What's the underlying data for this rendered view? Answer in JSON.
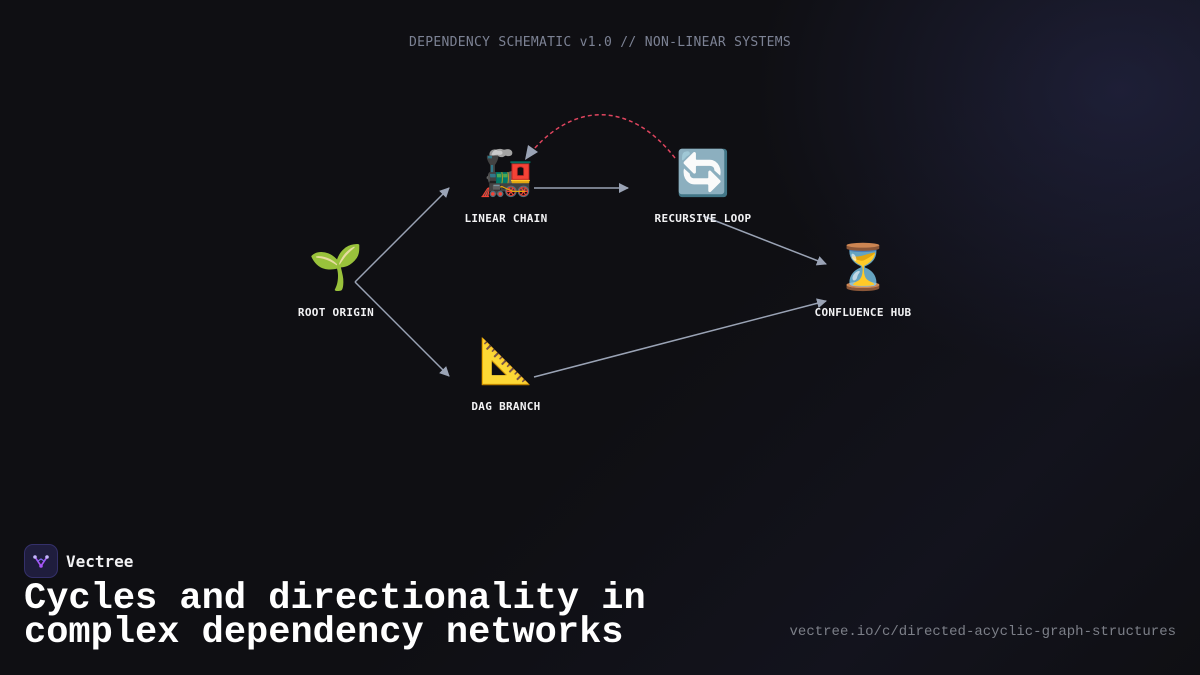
{
  "header": {
    "subtitle": "DEPENDENCY SCHEMATIC v1.0 // NON-LINEAR SYSTEMS"
  },
  "nodes": {
    "root": {
      "emoji": "🌱",
      "label": "ROOT ORIGIN"
    },
    "linear": {
      "emoji": "🚂",
      "label": "LINEAR CHAIN"
    },
    "recursive": {
      "emoji": "🔄",
      "label": "RECURSIVE LOOP"
    },
    "dag": {
      "emoji": "📐",
      "label": "DAG BRANCH"
    },
    "confluence": {
      "emoji": "⏳",
      "label": "CONFLUENCE HUB"
    }
  },
  "edges": [
    {
      "from": "root",
      "to": "linear",
      "style": "solid"
    },
    {
      "from": "root",
      "to": "dag",
      "style": "solid"
    },
    {
      "from": "linear",
      "to": "recursive",
      "style": "solid"
    },
    {
      "from": "recursive",
      "to": "linear",
      "style": "dashed-curve"
    },
    {
      "from": "recursive",
      "to": "confluence",
      "style": "solid"
    },
    {
      "from": "dag",
      "to": "confluence",
      "style": "solid"
    }
  ],
  "colors": {
    "background": "#0f0f13",
    "edge": "#9aa3b5",
    "cycle_edge": "#e0455f",
    "accent": "#a855f7"
  },
  "brand": {
    "name": "Vectree",
    "icon": "vectree-logo-icon"
  },
  "headline": "Cycles and directionality in complex dependency networks",
  "url": "vectree.io/c/directed-acyclic-graph-structures"
}
